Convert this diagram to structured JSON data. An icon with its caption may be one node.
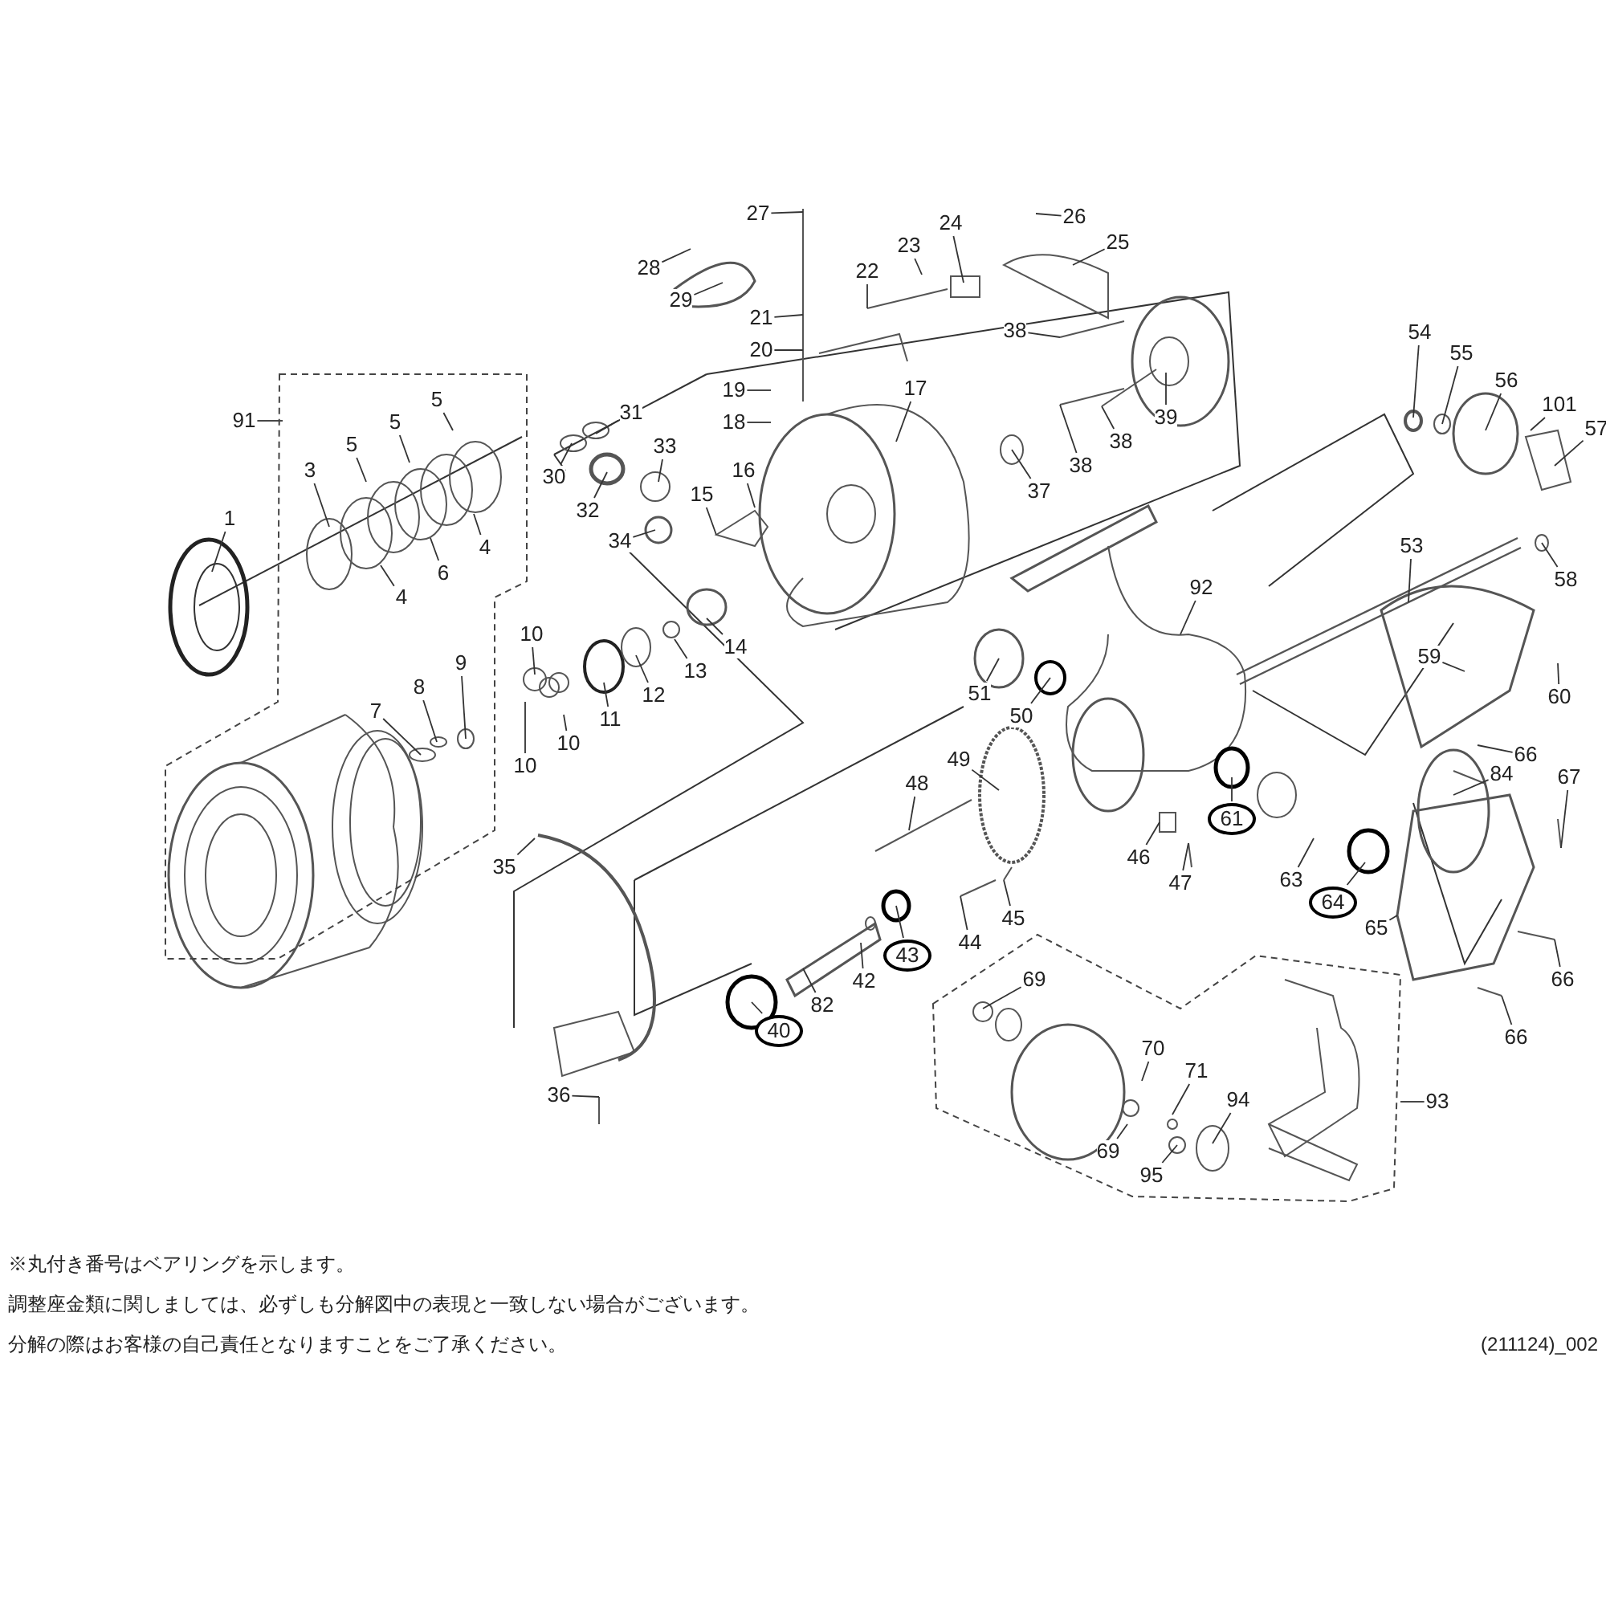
{
  "diagram": {
    "nodes": [
      {
        "text": [
          "1"
        ]
      },
      {
        "text": [
          "91"
        ]
      },
      {
        "text": [
          "3"
        ],
        "in": 84
      },
      {
        "text": [
          "5"
        ],
        "in": 84
      },
      {
        "text": [
          "5"
        ],
        "in": 84
      },
      {
        "text": [
          "5"
        ],
        "in": 84
      },
      {
        "text": [
          "4"
        ],
        "in": 84
      },
      {
        "text": [
          "6"
        ],
        "in": 84
      },
      {
        "text": [
          "4"
        ],
        "in": 84
      },
      {
        "text": [
          "7"
        ],
        "in": 84
      },
      {
        "text": [
          "8"
        ],
        "in": 84
      },
      {
        "text": [
          "9"
        ],
        "in": 84
      },
      {
        "text": [
          "10"
        ]
      },
      {
        "text": [
          "10"
        ]
      },
      {
        "text": [
          "10"
        ]
      },
      {
        "text": [
          "11"
        ]
      },
      {
        "text": [
          "12"
        ]
      },
      {
        "text": [
          "13"
        ]
      },
      {
        "text": [
          "14"
        ]
      },
      {
        "text": [
          "28"
        ]
      },
      {
        "text": [
          "27"
        ]
      },
      {
        "text": [
          "29"
        ]
      },
      {
        "text": [
          "21"
        ]
      },
      {
        "text": [
          "20"
        ]
      },
      {
        "text": [
          "22"
        ]
      },
      {
        "text": [
          "23"
        ]
      },
      {
        "text": [
          "24"
        ]
      },
      {
        "text": [
          "26"
        ]
      },
      {
        "text": [
          "25"
        ]
      },
      {
        "text": [
          "19"
        ]
      },
      {
        "text": [
          "18"
        ]
      },
      {
        "text": [
          "17"
        ]
      },
      {
        "text": [
          "30"
        ]
      },
      {
        "text": [
          "31"
        ]
      },
      {
        "text": [
          "33"
        ]
      },
      {
        "text": [
          "32"
        ]
      },
      {
        "text": [
          "15"
        ]
      },
      {
        "text": [
          "16"
        ]
      },
      {
        "text": [
          "34"
        ]
      },
      {
        "text": [
          "38"
        ]
      },
      {
        "text": [
          "39"
        ]
      },
      {
        "text": [
          "38"
        ]
      },
      {
        "text": [
          "38"
        ]
      },
      {
        "text": [
          "37"
        ]
      },
      {
        "text": [
          "54"
        ]
      },
      {
        "text": [
          "55"
        ]
      },
      {
        "text": [
          "56"
        ]
      },
      {
        "text": [
          "101"
        ]
      },
      {
        "text": [
          "57"
        ]
      },
      {
        "text": [
          "58"
        ]
      },
      {
        "text": [
          "53"
        ]
      },
      {
        "text": [
          "92"
        ]
      },
      {
        "text": [
          "59"
        ]
      },
      {
        "text": [
          "60"
        ]
      },
      {
        "text": [
          "51"
        ]
      },
      {
        "text": [
          "50"
        ]
      },
      {
        "text": [
          "49"
        ]
      },
      {
        "text": [
          "48"
        ]
      },
      {
        "text": [
          "66"
        ]
      },
      {
        "text": [
          "84"
        ]
      },
      {
        "text": [
          "67"
        ]
      },
      {
        "text": [
          "61"
        ]
      },
      {
        "text": [
          "46"
        ]
      },
      {
        "text": [
          "47"
        ]
      },
      {
        "text": [
          "63"
        ]
      },
      {
        "text": [
          "64"
        ]
      },
      {
        "text": [
          "65"
        ]
      },
      {
        "text": [
          "35"
        ]
      },
      {
        "text": [
          "45"
        ]
      },
      {
        "text": [
          "44"
        ]
      },
      {
        "text": [
          "43"
        ]
      },
      {
        "text": [
          "42"
        ]
      },
      {
        "text": [
          "82"
        ]
      },
      {
        "text": [
          "40"
        ]
      },
      {
        "text": [
          "66"
        ]
      },
      {
        "text": [
          "66"
        ]
      },
      {
        "text": [
          "69"
        ],
        "in": 85
      },
      {
        "text": [
          "70"
        ],
        "in": 85
      },
      {
        "text": [
          "71"
        ],
        "in": 85
      },
      {
        "text": [
          "94"
        ],
        "in": 85
      },
      {
        "text": [
          "93"
        ]
      },
      {
        "text": [
          "69"
        ],
        "in": 85
      },
      {
        "text": [
          "95"
        ],
        "in": 85
      },
      {
        "text": [
          "36"
        ]
      },
      {
        "text": [],
        "shape": "box"
      },
      {
        "text": [],
        "shape": "box"
      }
    ],
    "edges": [
      {
        "from": 0,
        "to": null,
        "arrow": "none"
      },
      {
        "from": 1,
        "to": 84,
        "arrow": "none"
      },
      {
        "from": 2,
        "to": null,
        "arrow": "none"
      },
      {
        "from": 3,
        "to": null,
        "arrow": "none"
      },
      {
        "from": 4,
        "to": null,
        "arrow": "none"
      },
      {
        "from": 5,
        "to": null,
        "arrow": "none"
      },
      {
        "from": 6,
        "to": null,
        "arrow": "none"
      },
      {
        "from": 7,
        "to": null,
        "arrow": "none"
      },
      {
        "from": 8,
        "to": null,
        "arrow": "none"
      },
      {
        "from": 9,
        "to": null,
        "arrow": "none"
      },
      {
        "from": 10,
        "to": null,
        "arrow": "none"
      },
      {
        "from": 11,
        "to": null,
        "arrow": "none"
      },
      {
        "from": 12,
        "to": null,
        "arrow": "none"
      },
      {
        "from": 13,
        "to": null,
        "arrow": "none"
      },
      {
        "from": 14,
        "to": null,
        "arrow": "none"
      },
      {
        "from": 15,
        "to": null,
        "arrow": "none"
      },
      {
        "from": 16,
        "to": null,
        "arrow": "none"
      },
      {
        "from": 17,
        "to": null,
        "arrow": "none"
      },
      {
        "from": 18,
        "to": null,
        "arrow": "none"
      },
      {
        "from": 19,
        "to": null,
        "arrow": "none"
      },
      {
        "from": 20,
        "to": null,
        "arrow": "none"
      },
      {
        "from": 21,
        "to": null,
        "arrow": "none"
      },
      {
        "from": 22,
        "to": null,
        "arrow": "none"
      },
      {
        "from": 23,
        "to": null,
        "arrow": "none"
      },
      {
        "from": 24,
        "to": null,
        "arrow": "none"
      },
      {
        "from": 25,
        "to": null,
        "arrow": "none"
      },
      {
        "from": 26,
        "to": null,
        "arrow": "none"
      },
      {
        "from": 27,
        "to": null,
        "arrow": "none"
      },
      {
        "from": 28,
        "to": null,
        "arrow": "none"
      },
      {
        "from": 29,
        "to": null,
        "arrow": "none"
      },
      {
        "from": 30,
        "to": null,
        "arrow": "none"
      },
      {
        "from": 31,
        "to": null,
        "arrow": "none"
      },
      {
        "from": 32,
        "to": null,
        "arrow": "none"
      },
      {
        "from": 33,
        "to": null,
        "arrow": "none"
      },
      {
        "from": 34,
        "to": null,
        "arrow": "none"
      },
      {
        "from": 35,
        "to": null,
        "arrow": "none"
      },
      {
        "from": 36,
        "to": null,
        "arrow": "none"
      },
      {
        "from": 37,
        "to": null,
        "arrow": "none"
      },
      {
        "from": 38,
        "to": null,
        "arrow": "none"
      },
      {
        "from": 39,
        "to": null,
        "arrow": "none"
      },
      {
        "from": 40,
        "to": null,
        "arrow": "none"
      },
      {
        "from": 41,
        "to": null,
        "arrow": "none"
      },
      {
        "from": 42,
        "to": null,
        "arrow": "none"
      },
      {
        "from": 43,
        "to": null,
        "arrow": "none"
      },
      {
        "from": 44,
        "to": null,
        "arrow": "none"
      },
      {
        "from": 45,
        "to": null,
        "arrow": "none"
      },
      {
        "from": 46,
        "to": null,
        "arrow": "none"
      },
      {
        "from": 47,
        "to": null,
        "arrow": "none"
      },
      {
        "from": 48,
        "to": null,
        "arrow": "none"
      },
      {
        "from": 49,
        "to": null,
        "arrow": "none"
      },
      {
        "from": 50,
        "to": null,
        "arrow": "none"
      },
      {
        "from": 51,
        "to": null,
        "arrow": "none"
      },
      {
        "from": 52,
        "to": null,
        "arrow": "none"
      },
      {
        "from": 53,
        "to": null,
        "arrow": "none"
      },
      {
        "from": 54,
        "to": null,
        "arrow": "none"
      },
      {
        "from": 55,
        "to": null,
        "arrow": "none"
      },
      {
        "from": 56,
        "to": null,
        "arrow": "none"
      },
      {
        "from": 57,
        "to": null,
        "arrow": "none"
      },
      {
        "from": 58,
        "to": null,
        "arrow": "none"
      },
      {
        "from": 59,
        "to": null,
        "arrow": "none"
      },
      {
        "from": 60,
        "to": null,
        "arrow": "none"
      },
      {
        "from": 61,
        "to": null,
        "arrow": "none"
      },
      {
        "from": 62,
        "to": null,
        "arrow": "none"
      },
      {
        "from": 63,
        "to": null,
        "arrow": "none"
      },
      {
        "from": 64,
        "to": null,
        "arrow": "none"
      },
      {
        "from": 65,
        "to": null,
        "arrow": "none"
      },
      {
        "from": 66,
        "to": null,
        "arrow": "none"
      },
      {
        "from": 67,
        "to": null,
        "arrow": "none"
      },
      {
        "from": 68,
        "to": null,
        "arrow": "none"
      },
      {
        "from": 69,
        "to": null,
        "arrow": "none"
      },
      {
        "from": 70,
        "to": null,
        "arrow": "none"
      },
      {
        "from": 71,
        "to": null,
        "arrow": "none"
      },
      {
        "from": 72,
        "to": null,
        "arrow": "none"
      },
      {
        "from": 73,
        "to": null,
        "arrow": "none"
      },
      {
        "from": 74,
        "to": null,
        "arrow": "none"
      },
      {
        "from": 75,
        "to": null,
        "arrow": "none"
      },
      {
        "from": 76,
        "to": null,
        "arrow": "none"
      },
      {
        "from": 77,
        "to": null,
        "arrow": "none"
      },
      {
        "from": 78,
        "to": null,
        "arrow": "none"
      },
      {
        "from": 79,
        "to": null,
        "arrow": "none"
      },
      {
        "from": 80,
        "to": 85,
        "arrow": "none"
      },
      {
        "from": 81,
        "to": null,
        "arrow": "none"
      },
      {
        "from": 82,
        "to": null,
        "arrow": "none"
      },
      {
        "from": 83,
        "to": null,
        "arrow": "none"
      }
    ],
    "labels": [
      "※丸付き番号はベアリングを示します。",
      "調整座金類に関しましては、必ずしも分解図中の表現と一致しない場合がございます。",
      "分解の際はお客様の自己責任となりますことをご了承ください。",
      "(211124)_002"
    ]
  }
}
